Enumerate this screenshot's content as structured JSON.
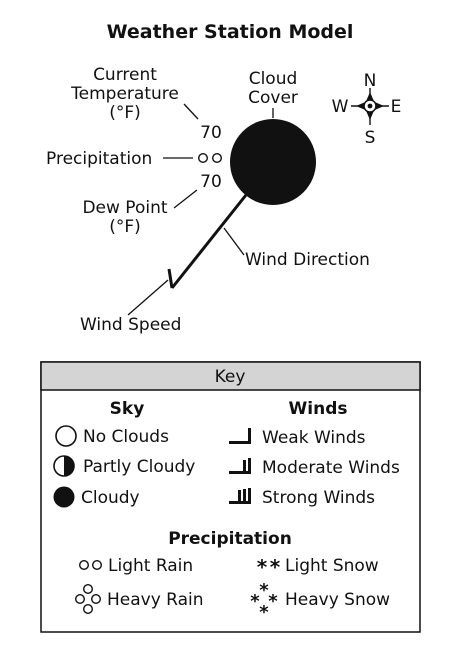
{
  "title": "Weather Station Model",
  "model": {
    "temperature_label": [
      "Current",
      "Temperature",
      "(°F)"
    ],
    "temperature_value": "70",
    "precipitation_label": "Precipitation",
    "dew_point_value": "70",
    "dew_point_label": [
      "Dew Point",
      "(°F)"
    ],
    "cloud_cover_label": [
      "Cloud",
      "Cover"
    ],
    "wind_direction_label": "Wind Direction",
    "wind_speed_label": "Wind Speed"
  },
  "compass": {
    "n": "N",
    "s": "S",
    "e": "E",
    "w": "W"
  },
  "key": {
    "heading": "Key",
    "sky": {
      "heading": "Sky",
      "items": [
        {
          "icon": "empty-circle-icon",
          "label": "No Clouds"
        },
        {
          "icon": "half-filled-circle-icon",
          "label": "Partly Cloudy"
        },
        {
          "icon": "filled-circle-icon",
          "label": "Cloudy"
        }
      ]
    },
    "winds": {
      "heading": "Winds",
      "items": [
        {
          "icon": "one-barb-icon",
          "label": "Weak Winds"
        },
        {
          "icon": "two-barb-icon",
          "label": "Moderate Winds"
        },
        {
          "icon": "three-barb-icon",
          "label": "Strong Winds"
        }
      ]
    },
    "precipitation": {
      "heading": "Precipitation",
      "items": [
        {
          "icon": "two-dots-icon",
          "label": "Light Rain"
        },
        {
          "icon": "four-dots-icon",
          "label": "Heavy Rain"
        },
        {
          "icon": "two-asterisks-icon",
          "label": "Light Snow"
        },
        {
          "icon": "four-asterisks-icon",
          "label": "Heavy Snow"
        }
      ]
    }
  }
}
